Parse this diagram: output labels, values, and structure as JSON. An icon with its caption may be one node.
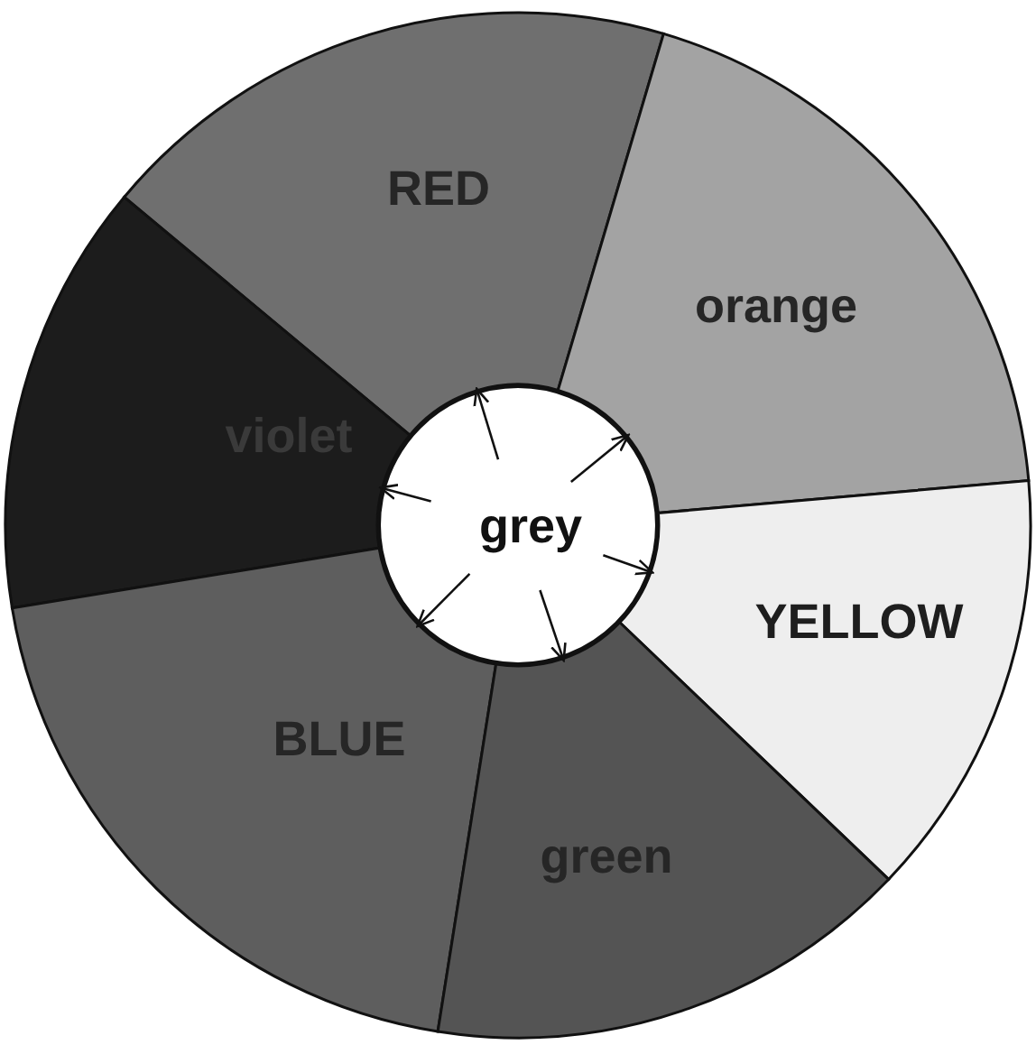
{
  "diagram": {
    "nodes": [
      {
        "text": [
          "RED"
        ]
      },
      {
        "text": [
          "orange"
        ]
      },
      {
        "text": [
          "violet"
        ]
      },
      {
        "text": [
          "grey"
        ]
      },
      {
        "text": [
          "YELLOW"
        ]
      },
      {
        "text": [
          "BLUE"
        ]
      },
      {
        "text": [
          "green"
        ]
      }
    ],
    "edges": [
      {
        "from": 3,
        "to": 0,
        "arrow": "to"
      },
      {
        "from": 3,
        "to": 1,
        "arrow": "to"
      },
      {
        "from": 3,
        "to": 2,
        "arrow": "to"
      },
      {
        "from": 3,
        "to": 4,
        "arrow": "to"
      },
      {
        "from": 3,
        "to": 5,
        "arrow": "to"
      },
      {
        "from": 3,
        "to": 6,
        "arrow": "to"
      }
    ]
  }
}
